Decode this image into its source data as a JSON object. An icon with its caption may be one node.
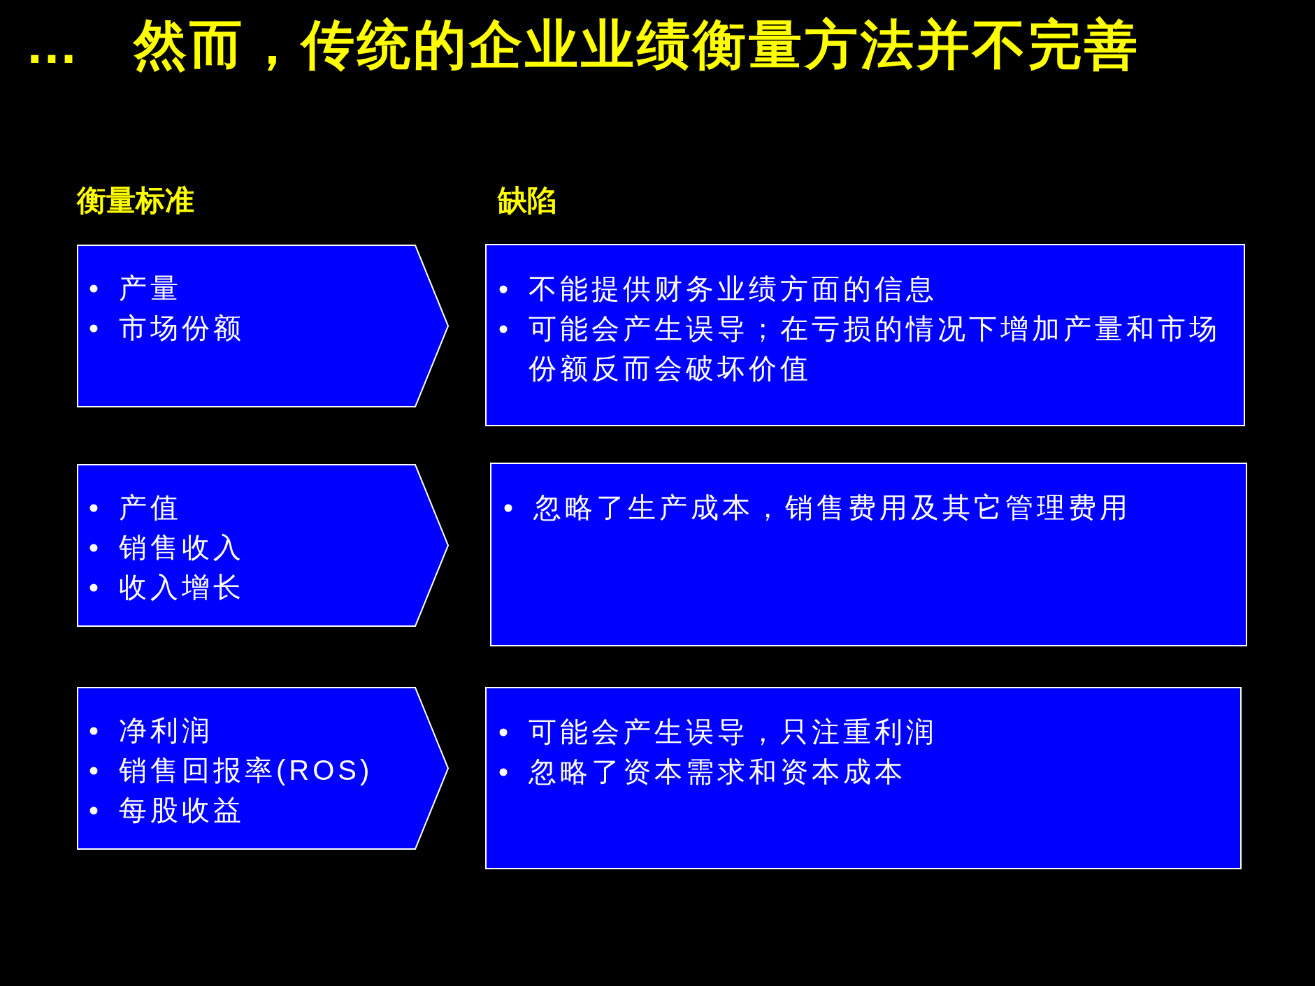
{
  "diagram": {
    "title": "…   然而，传统的企业业绩衡量方法并不完善",
    "nodes": [
      {
        "text": [
          "产量",
          "市场份额"
        ]
      },
      {
        "text": [
          "不能提供财务业绩方面的信息",
          "可能会产生误导；在亏损的情况下增加产量和市场份额反而会破坏价值"
        ]
      },
      {
        "text": [
          "产值",
          "销售收入",
          "收入增长"
        ]
      },
      {
        "text": [
          "忽略了生产成本，销售费用及其它管理费用"
        ]
      },
      {
        "text": [
          "净利润",
          "销售回报率(ROS)",
          "每股收益"
        ]
      },
      {
        "text": [
          "可能会产生误导，只注重利润",
          "忽略了资本需求和资本成本"
        ]
      }
    ],
    "labels": [
      "衡量标准",
      "缺陷"
    ]
  }
}
